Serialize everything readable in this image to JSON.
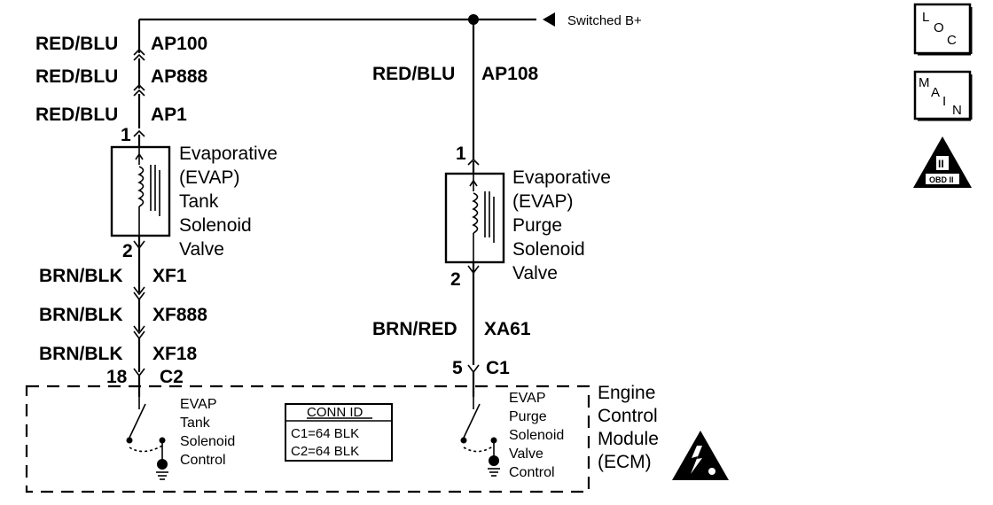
{
  "power_label": "Switched B+",
  "left_circuit": {
    "wire_top": [
      {
        "color": "RED/BLU",
        "circuit": "AP100"
      },
      {
        "color": "RED/BLU",
        "circuit": "AP888"
      },
      {
        "color": "RED/BLU",
        "circuit": "AP1"
      }
    ],
    "pin_top": "1",
    "component": [
      "Evaporative",
      "(EVAP)",
      "Tank",
      "Solenoid",
      "Valve"
    ],
    "pin_bottom": "2",
    "wire_bottom": [
      {
        "color": "BRN/BLK",
        "circuit": "XF1"
      },
      {
        "color": "BRN/BLK",
        "circuit": "XF888"
      },
      {
        "color": "BRN/BLK",
        "circuit": "XF18"
      }
    ],
    "ecm_pin": "18",
    "ecm_connector": "C2",
    "ecm_driver": [
      "EVAP",
      "Tank",
      "Solenoid",
      "Control"
    ]
  },
  "right_circuit": {
    "wire_top": {
      "color": "RED/BLU",
      "circuit": "AP108"
    },
    "pin_top": "1",
    "component": [
      "Evaporative",
      "(EVAP)",
      "Purge",
      "Solenoid",
      "Valve"
    ],
    "pin_bottom": "2",
    "wire_bottom": {
      "color": "BRN/RED",
      "circuit": "XA61"
    },
    "ecm_pin": "5",
    "ecm_connector": "C1",
    "ecm_driver": [
      "EVAP",
      "Purge",
      "Solenoid",
      "Valve",
      "Control"
    ]
  },
  "conn_id": {
    "title": "CONN ID",
    "rows": [
      "C1=64 BLK",
      "C2=64 BLK"
    ]
  },
  "ecm_label": [
    "Engine",
    "Control",
    "Module",
    "(ECM)"
  ],
  "side_icons": {
    "loc": [
      "L",
      "O",
      "C"
    ],
    "main": [
      "M",
      "A",
      "I",
      "N"
    ],
    "obd": [
      "II",
      "OBD II"
    ]
  }
}
